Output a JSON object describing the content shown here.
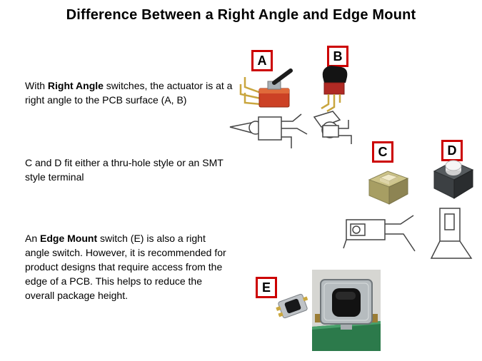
{
  "title": "Difference Between a Right Angle and Edge Mount",
  "labels": {
    "a": "A",
    "b": "B",
    "c": "C",
    "d": "D",
    "e": "E"
  },
  "paragraphs": {
    "right_angle": [
      "With ",
      "Right Angle",
      " switches, the actuator is at a right angle to the PCB surface (A, B)"
    ],
    "terminals": "C and D fit either a thru-hole style or an SMT style terminal",
    "edge_mount": [
      "An ",
      "Edge Mount",
      " switch (E) is also a right angle switch. However, it is recommended for product designs that require access from the edge of a PCB. This helps to reduce the overall package height."
    ]
  },
  "colors": {
    "label_border": "#cc0000"
  }
}
